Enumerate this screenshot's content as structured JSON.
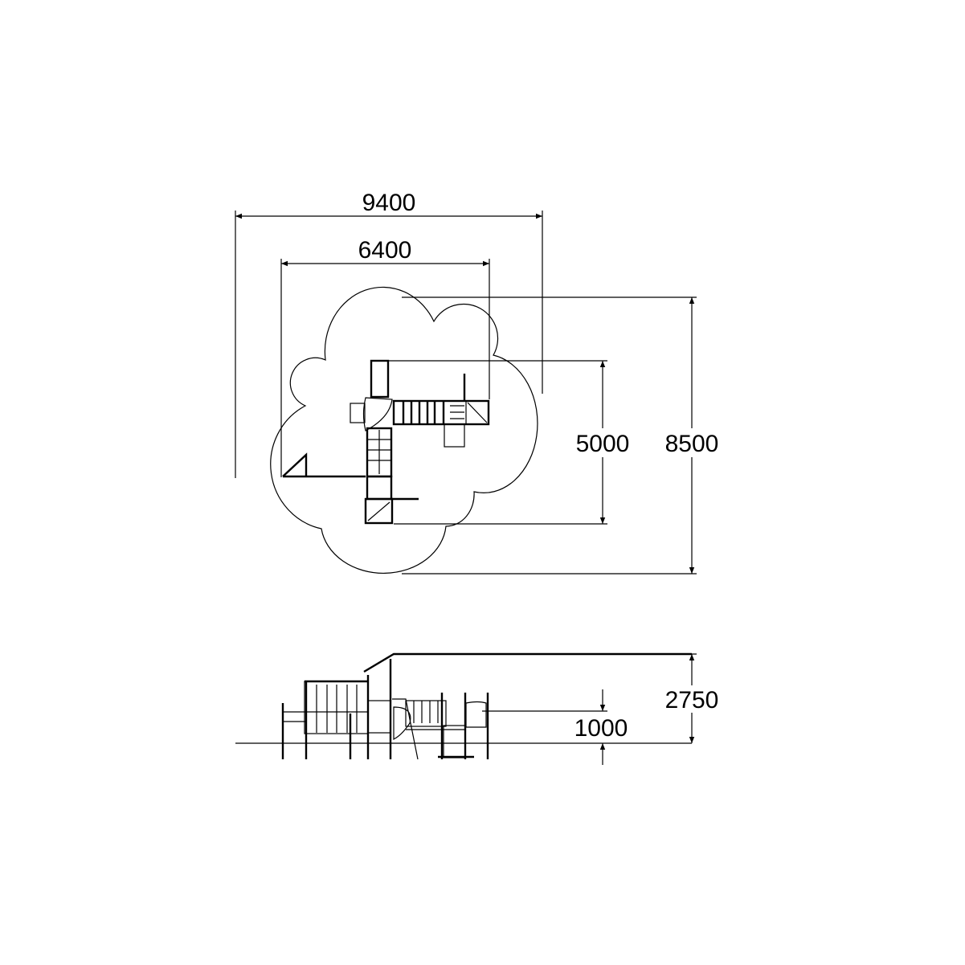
{
  "plan_view": {
    "dimensions": {
      "overall_width": "9400",
      "structure_width": "6400",
      "structure_depth": "5000",
      "overall_depth": "8500"
    }
  },
  "elevation_view": {
    "dimensions": {
      "overall_height": "2750",
      "platform_height": "1000"
    }
  },
  "colors": {
    "line": "#000000",
    "background": "#ffffff"
  }
}
